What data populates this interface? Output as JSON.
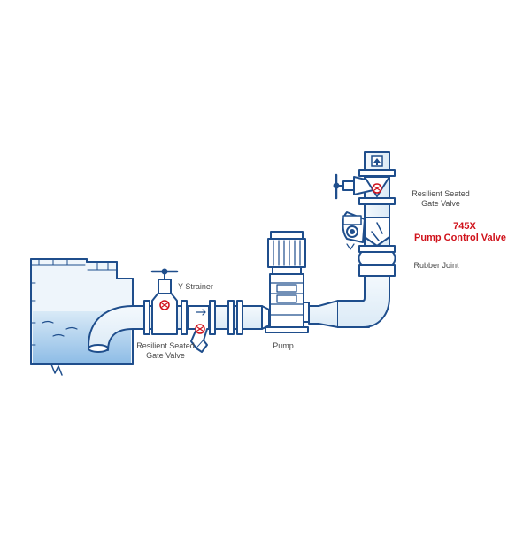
{
  "labels": {
    "y_strainer": "Y Strainer",
    "gate_valve_low_1": "Resilient Seated",
    "gate_valve_low_2": "Gate Valve",
    "pump": "Pump",
    "gate_valve_top_1": "Resilient Seated",
    "gate_valve_top_2": "Gate Valve",
    "control_valve_model": "745X",
    "control_valve_name": "Pump Control Valve",
    "rubber_joint": "Rubber Joint"
  },
  "colors": {
    "outline": "#1f4e8c",
    "pipe_fill": "#e9f3fb",
    "water_light": "#cfe3f4",
    "water_dark": "#8fbde6",
    "label_text": "#4a4a4a",
    "accent_red": "#d0121b"
  },
  "icons": {
    "flow_arrow": "up-arrow-icon"
  }
}
